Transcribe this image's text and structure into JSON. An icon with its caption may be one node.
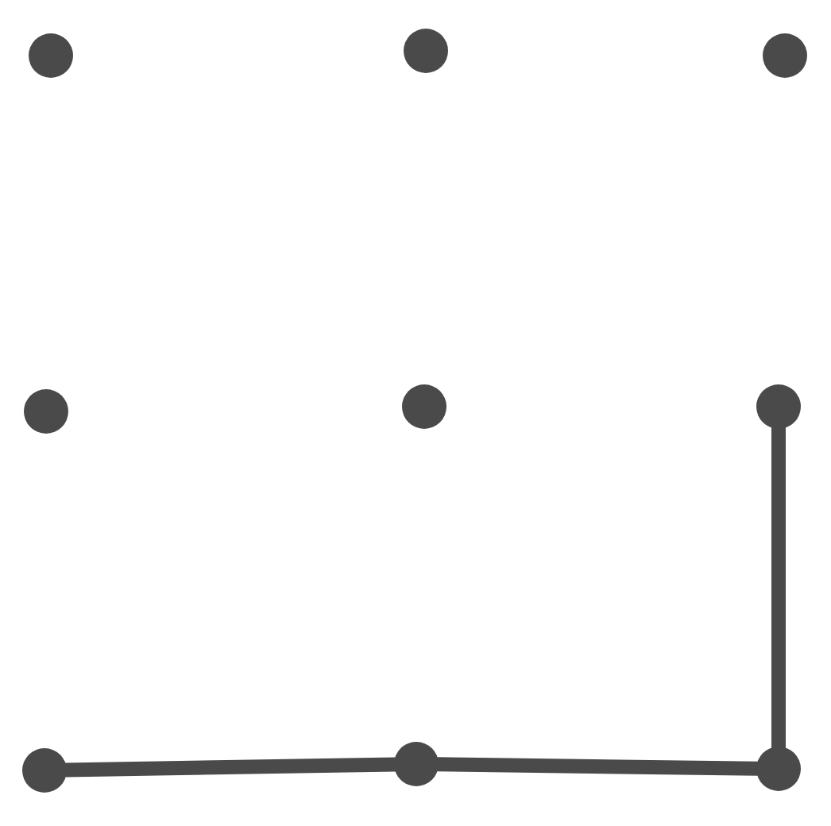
{
  "diagram": {
    "nodes": [
      {
        "text": [],
        "shape": "circle"
      },
      {
        "text": [],
        "shape": "circle"
      },
      {
        "text": [],
        "shape": "circle"
      },
      {
        "text": [],
        "shape": "circle"
      },
      {
        "text": [],
        "shape": "circle"
      },
      {
        "text": [],
        "shape": "circle"
      },
      {
        "text": [],
        "shape": "circle"
      },
      {
        "text": [],
        "shape": "circle"
      },
      {
        "text": [],
        "shape": "circle"
      }
    ],
    "edges": [
      {
        "from": 6,
        "to": 7,
        "arrow": "none"
      },
      {
        "from": 7,
        "to": 8,
        "arrow": "none"
      },
      {
        "from": 8,
        "to": 5,
        "arrow": "none"
      }
    ]
  }
}
